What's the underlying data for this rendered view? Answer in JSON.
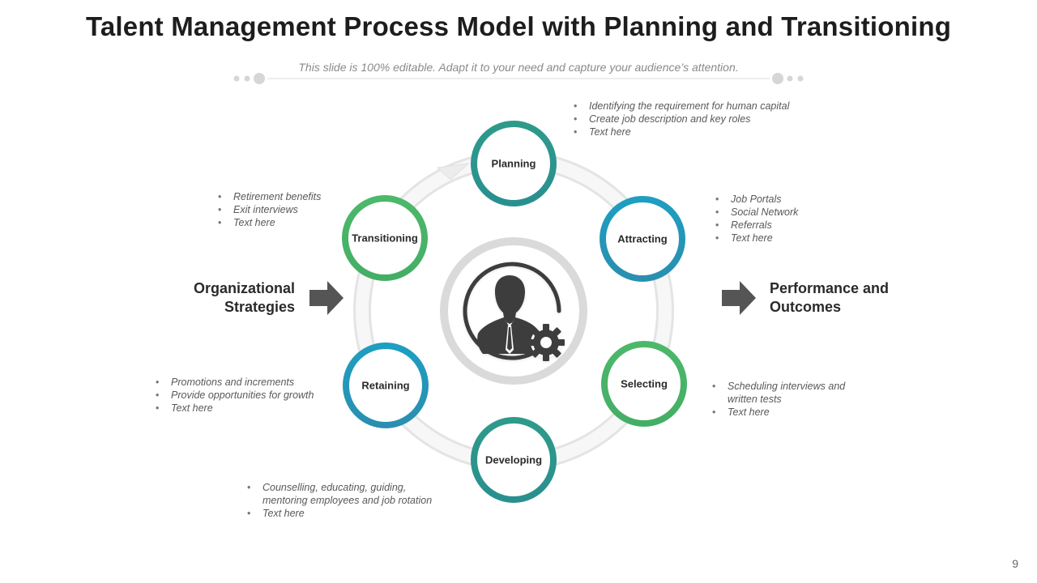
{
  "title": "Talent Management Process Model with Planning and Transitioning",
  "subtitle": "This slide is 100% editable. Adapt it to your need and capture your audience’s attention.",
  "center_icon": "business-person-with-gear-icon",
  "colors": {
    "teal": "#2e9a8a",
    "blue": "#2196b8",
    "green": "#4cb56a",
    "track": "#f2f2f2",
    "hub_ring": "#dcdcdc",
    "icon": "#3c3c3c",
    "arrow": "#555555"
  },
  "stages": [
    {
      "label": "Planning",
      "bullets": [
        "Identifying the requirement for human capital",
        "Create job description and key roles",
        "Text here"
      ]
    },
    {
      "label": "Attracting",
      "bullets": [
        "Job Portals",
        "Social Network",
        "Referrals",
        "Text here"
      ]
    },
    {
      "label": "Selecting",
      "bullets": [
        "Scheduling interviews and written tests",
        "Text here"
      ]
    },
    {
      "label": "Developing",
      "bullets": [
        "Counselling, educating, guiding, mentoring employees and job rotation",
        "Text here"
      ]
    },
    {
      "label": "Retaining",
      "bullets": [
        "Promotions and increments",
        "Provide opportunities for growth",
        "Text here"
      ]
    },
    {
      "label": "Transitioning",
      "bullets": [
        "Retirement benefits",
        "Exit interviews",
        "Text here"
      ]
    }
  ],
  "left_label": "Organizational Strategies",
  "right_label": "Performance and Outcomes",
  "page_number": "9"
}
